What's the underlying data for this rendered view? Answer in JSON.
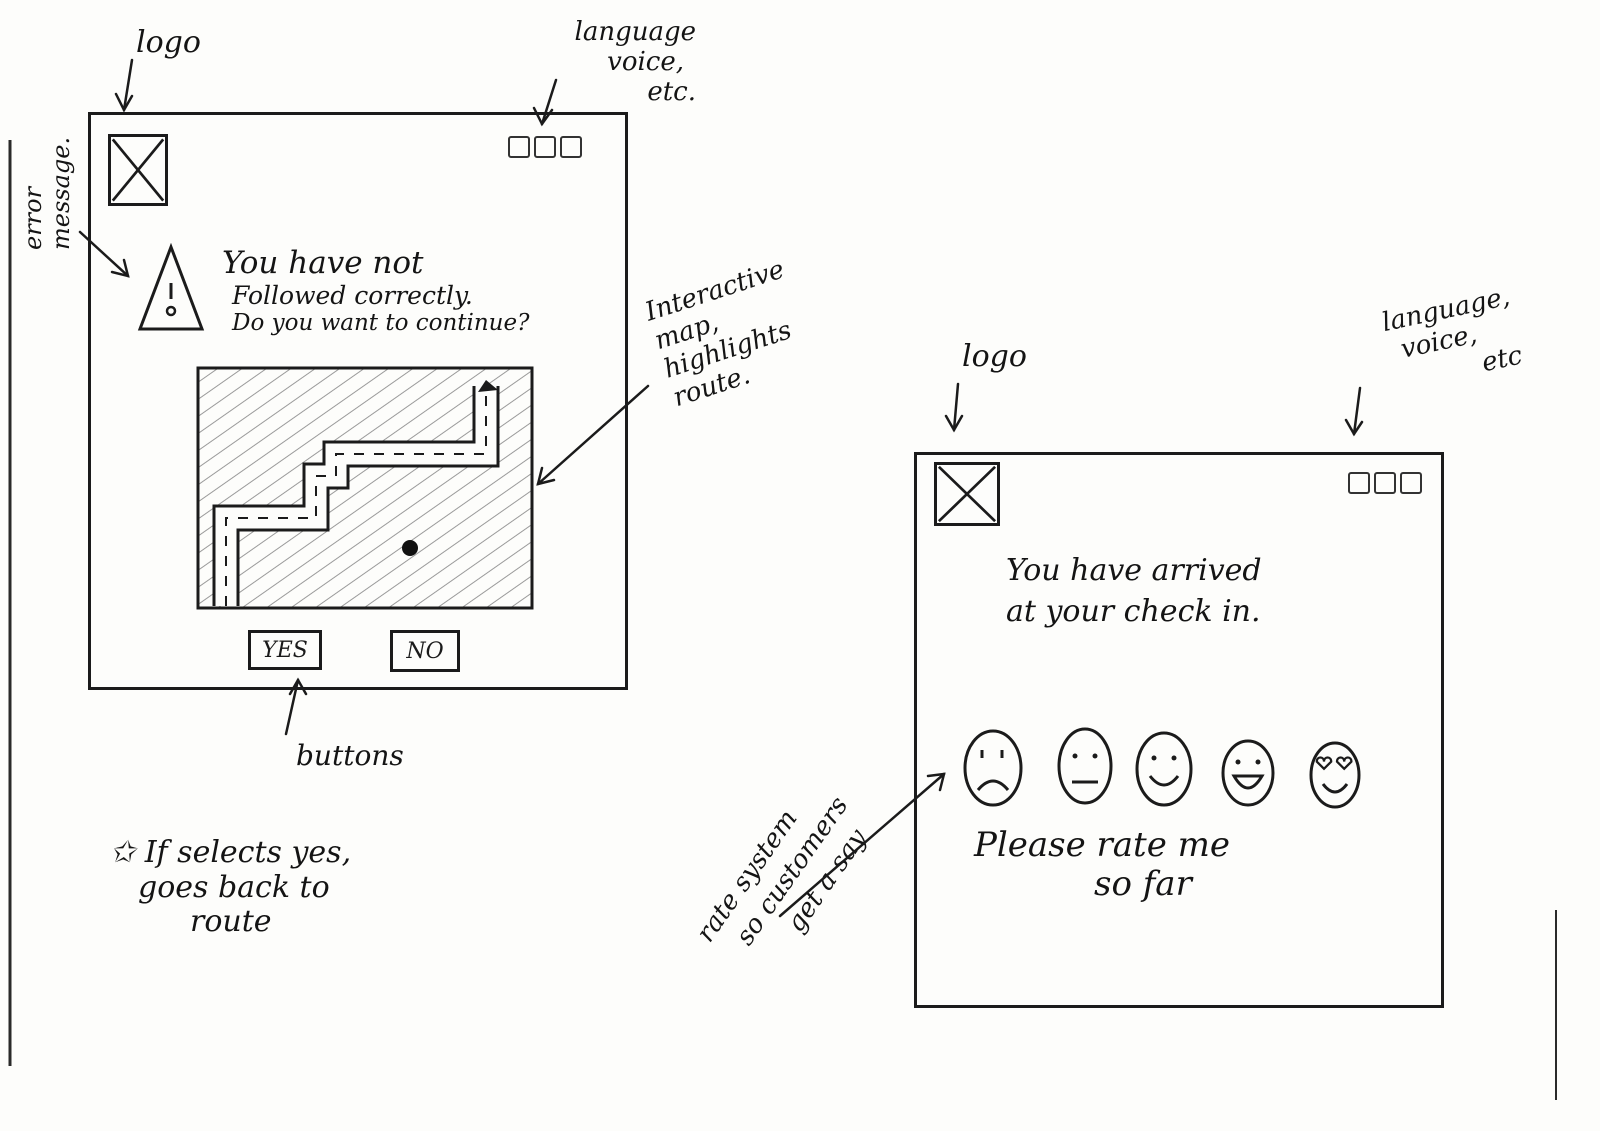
{
  "left_screen": {
    "error_message": [
      "You have not",
      "Followed correctly.",
      "Do you want to continue?"
    ],
    "buttons": {
      "yes": "YES",
      "no": "NO"
    }
  },
  "right_screen": {
    "message": [
      "You have arrived",
      "at your check in."
    ],
    "rating_prompt": [
      "Please rate me",
      "so far"
    ],
    "faces": [
      "very-sad",
      "neutral",
      "smile",
      "happy",
      "love"
    ]
  },
  "annotations": {
    "logo_left": "logo",
    "lang_left": [
      "language",
      "voice,",
      "etc."
    ],
    "error_note": [
      "error",
      "message."
    ],
    "map_note": [
      "Interactive",
      "map,",
      "highlights",
      "route."
    ],
    "buttons_note": "buttons",
    "footnote": [
      "If selects yes,",
      "goes back to",
      "route"
    ],
    "logo_right": "logo",
    "lang_right": [
      "language,",
      "voice,",
      "etc"
    ],
    "rate_note": [
      "rate system",
      "so customers",
      "get a say"
    ]
  }
}
